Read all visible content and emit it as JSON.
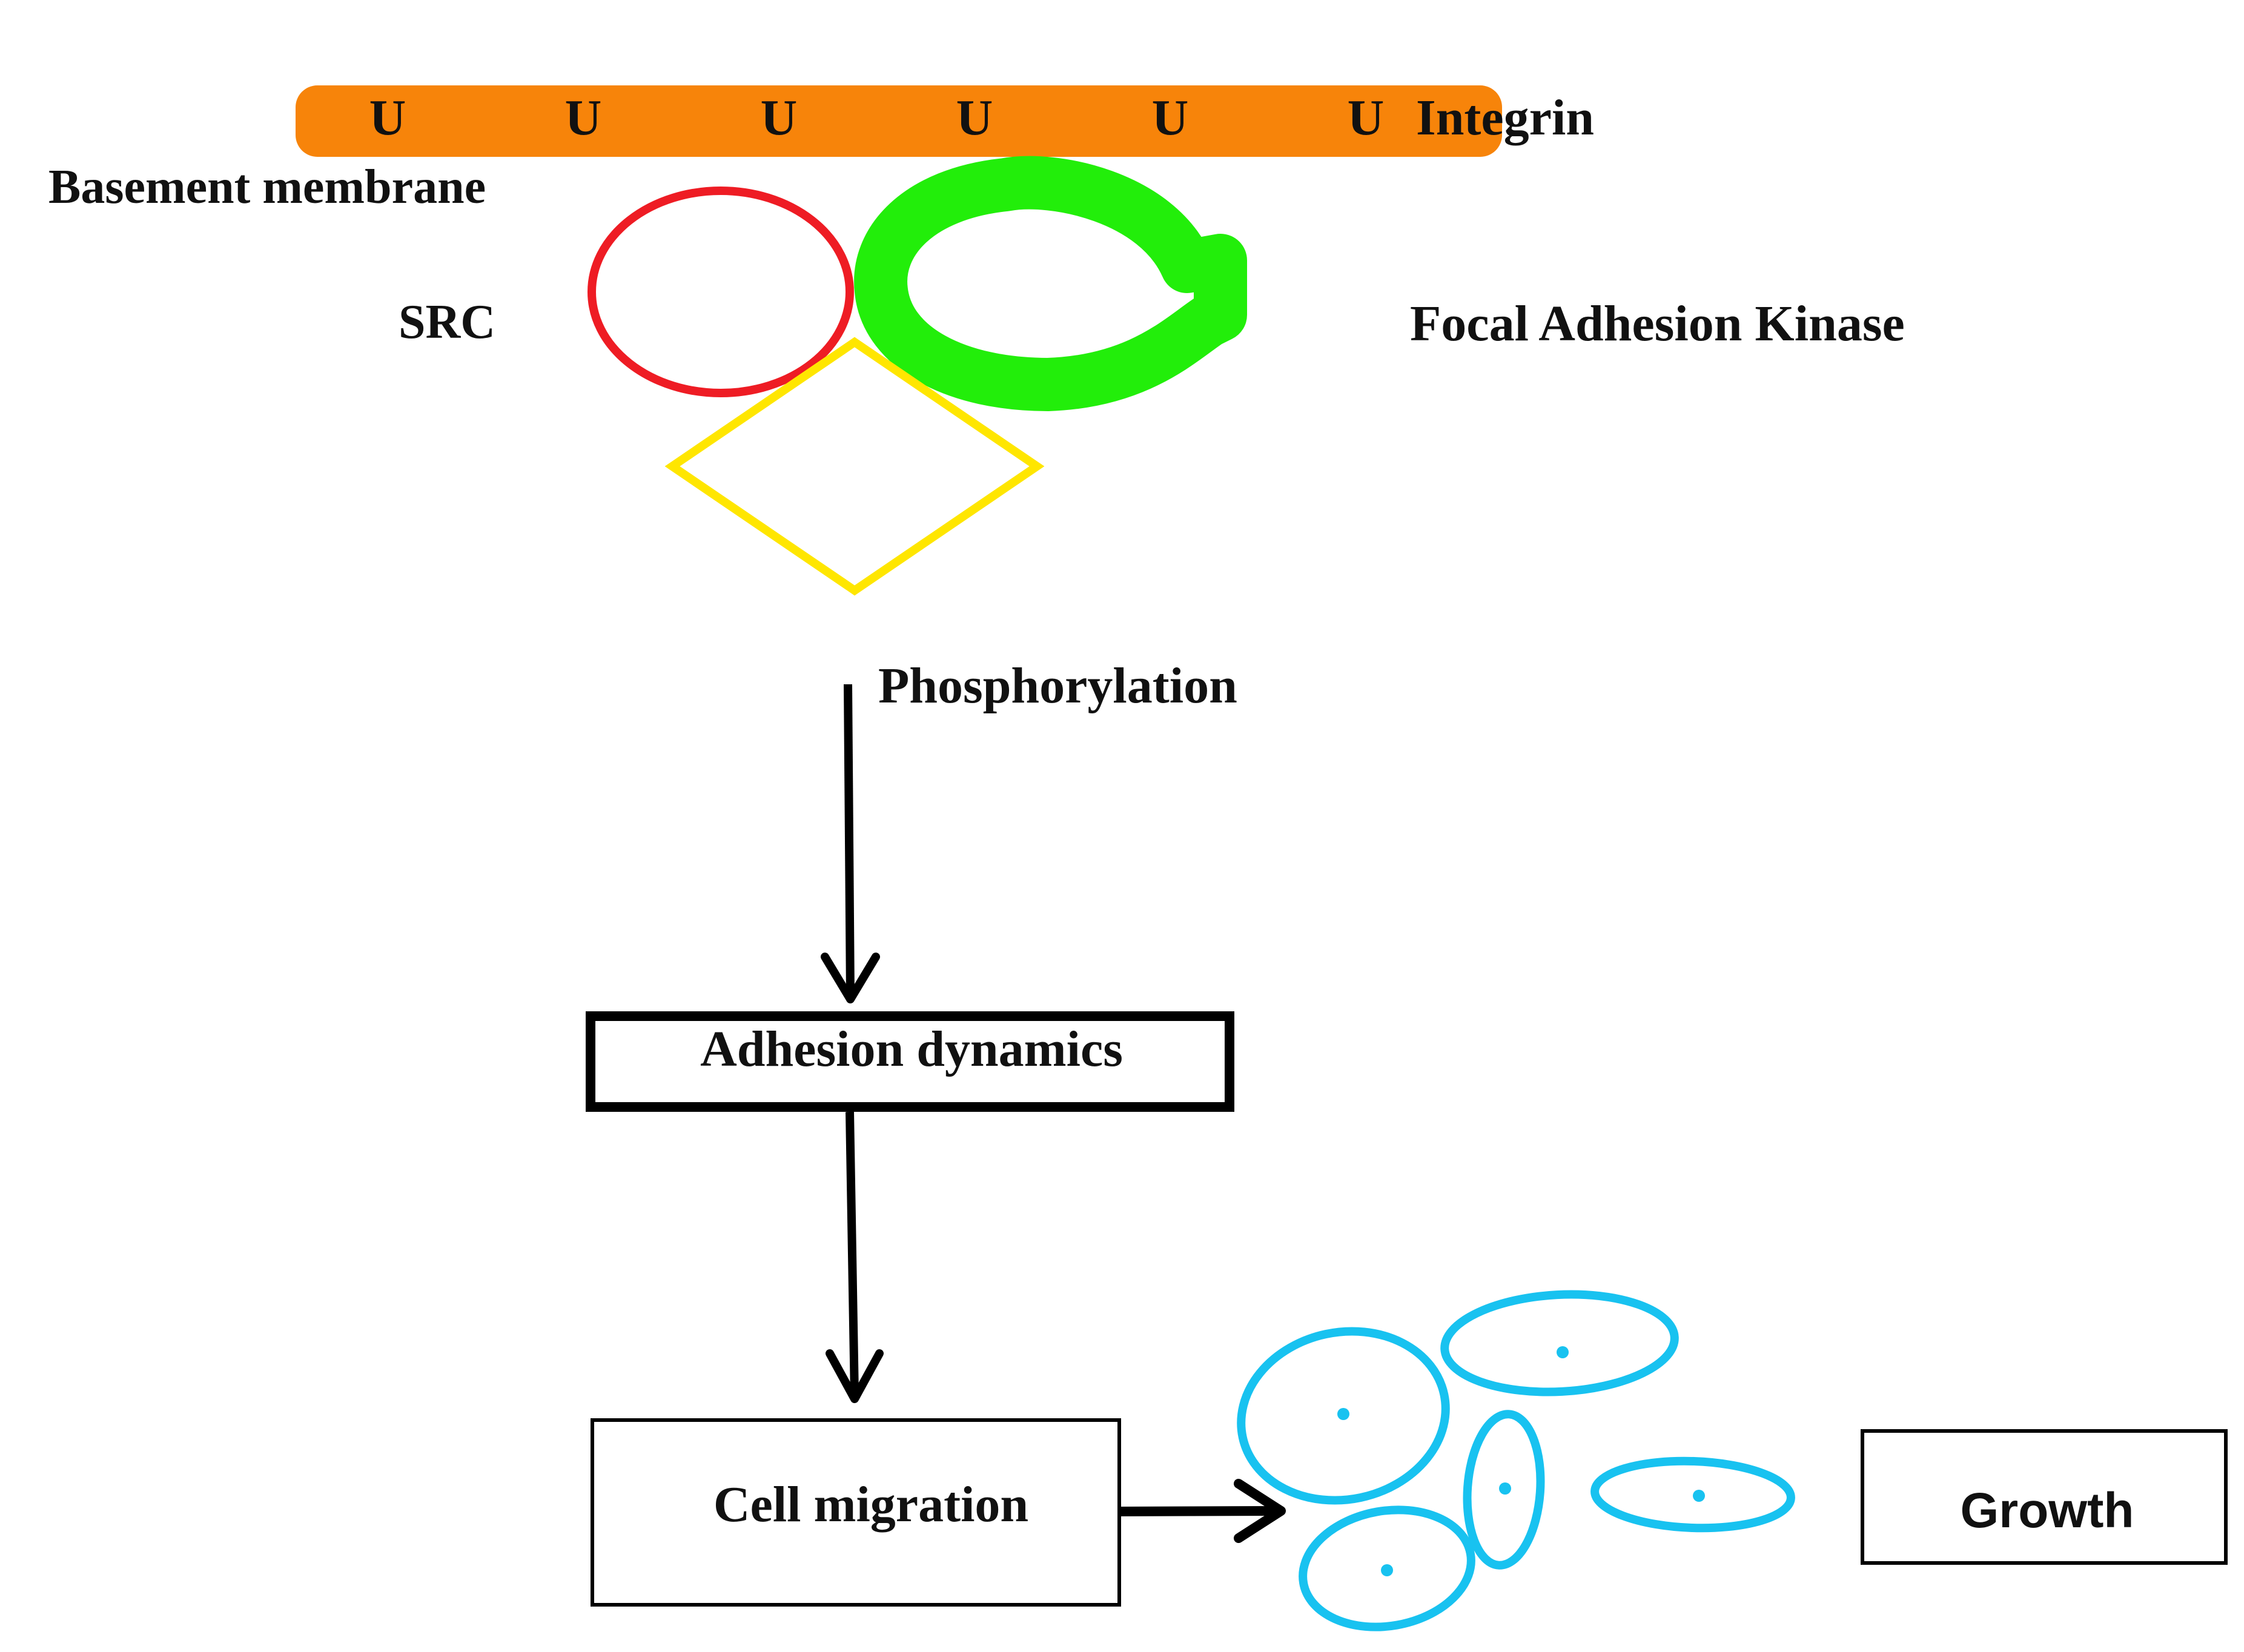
{
  "labels": {
    "integrin": "Integrin",
    "basement_membrane": "Basement membrane",
    "src": "SRC",
    "fak": "Focal Adhesion Kinase",
    "phosphorylation": "Phosphorylation",
    "adhesion_dynamics": "Adhesion dynamics",
    "cell_migration": "Cell migration",
    "growth": "Growth"
  },
  "integrin_units": [
    "U",
    "U",
    "U",
    "U",
    "U",
    "U"
  ],
  "colors": {
    "integrin_bar": "#F7840A",
    "src_circle": "#EE1C24",
    "fak_ring": "#22EE0A",
    "diamond": "#FFE600",
    "cells": "#18C2F0",
    "ink": "#000000"
  }
}
